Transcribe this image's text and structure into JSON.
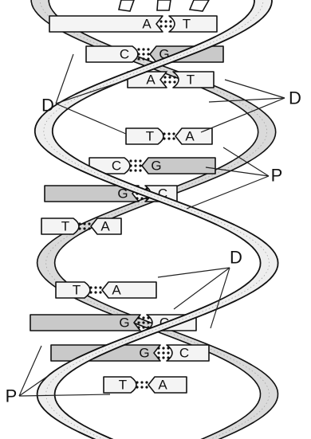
{
  "labels": {
    "deoxyribose": "D",
    "phosphate": "P"
  },
  "base_pairs": [
    {
      "left": "A",
      "right": "T",
      "bonds": 2
    },
    {
      "left": "C",
      "right": "G",
      "bonds": 3
    },
    {
      "left": "A",
      "right": "T",
      "bonds": 2
    },
    {
      "left": "T",
      "right": "A",
      "bonds": 2
    },
    {
      "left": "C",
      "right": "G",
      "bonds": 3
    },
    {
      "left": "G",
      "right": "C",
      "bonds": 3
    },
    {
      "left": "T",
      "right": "A",
      "bonds": 2
    },
    {
      "left": "T",
      "right": "A",
      "bonds": 2
    },
    {
      "left": "G",
      "right": "C",
      "bonds": 3
    },
    {
      "left": "G",
      "right": "C",
      "bonds": 3
    },
    {
      "left": "T",
      "right": "A",
      "bonds": 2
    }
  ]
}
